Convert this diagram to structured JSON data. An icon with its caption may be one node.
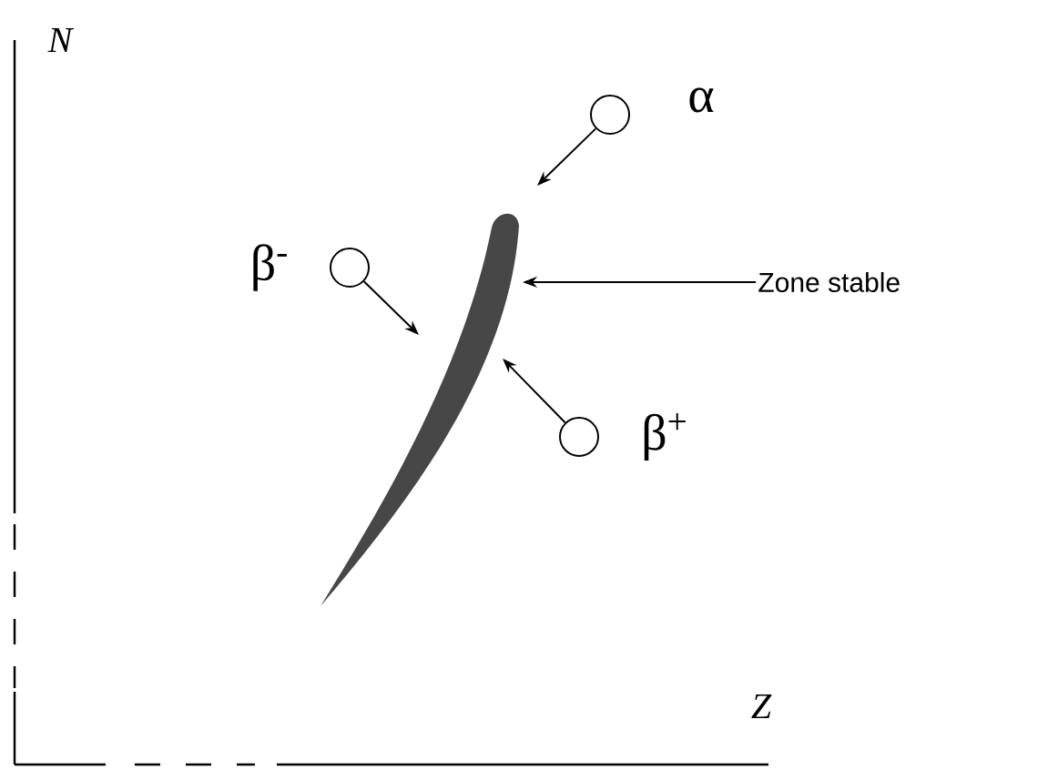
{
  "diagram": {
    "nodes": [
      {
        "text": [],
        "shape": "circle",
        "beside": [
          "α"
        ]
      },
      {
        "text": [],
        "shape": "band"
      },
      {
        "text": [],
        "shape": "circle",
        "beside": [
          "β$^{-}$"
        ]
      },
      {
        "text": [
          "Zone stable"
        ]
      },
      {
        "text": [],
        "shape": "circle",
        "beside": [
          "β$^{+}$"
        ]
      }
    ],
    "edges": [
      {
        "from": 0,
        "to": 1,
        "arrow": "to"
      },
      {
        "from": 2,
        "to": 1,
        "arrow": "to"
      },
      {
        "from": 3,
        "to": 1,
        "arrow": "to"
      },
      {
        "from": 4,
        "to": 1,
        "arrow": "to"
      }
    ],
    "labels": [
      "N",
      "Z"
    ]
  }
}
